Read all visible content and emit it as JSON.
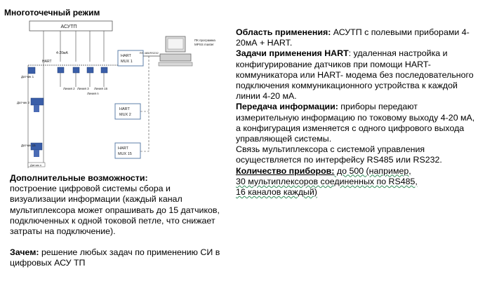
{
  "title": "Многоточечный режим",
  "diagram": {
    "asutp": "АСУТП",
    "current": "4-20мА",
    "hart_label": "HART",
    "mux1": [
      "HART",
      "MUX 1"
    ],
    "mux2": [
      "HART",
      "MUX 2"
    ],
    "mux15": [
      "HART",
      "MUX 15"
    ],
    "rs_label": "RS 485/RS232",
    "pc_label": [
      "ПК программа",
      "MPSS master"
    ],
    "sensor1": "Датчик 1",
    "sensor2": "Датчик 2",
    "sensor15": "Датчик 15",
    "line2": "Линия 2",
    "line3": "Линия 3",
    "line16": "Линия 16",
    "line_n": "Линия n",
    "bottom_label": "Датчик n"
  },
  "right": {
    "area_head": "Область применения:",
    "area_text": " АСУТП с полевыми приборами 4-20мА + HART.",
    "tasks_head": "Задачи применения HART",
    "tasks_text": ": удаленная настройка и конфигурирование датчиков при помощи HART-коммуникатора или HART- модема без последовательного подключения коммуникационного устройства к каждой линии 4-20 мА.",
    "transfer_head": "Передача информации:",
    "transfer_text": " приборы передают измерительную информацию по токовому выходу 4-20 мА, а конфигурация изменяется с одного цифрового выхода управляющей системы.",
    "link_text": "Связь мультиплексора с системой управления осуществляется по интерфейсу RS485 или RS232.",
    "count_head": "Количество приборов:",
    "count_line1": " до 500 (например,",
    "count_line2": "30 мультиплексоров соединенных по RS485,",
    "count_line3": "16 каналов каждый)"
  },
  "left": {
    "extra_head": "Дополнительные возможности:",
    "extra_text": "построение цифровой системы сбора и визуализации информации (каждый канал мультиплексора может опрашивать до 15 датчиков, подключенных к одной токовой петле, что снижает затраты на подключение).",
    "why_head": "Зачем:",
    "why_text": " решение любых задач по применению СИ в цифровых АСУ ТП"
  }
}
